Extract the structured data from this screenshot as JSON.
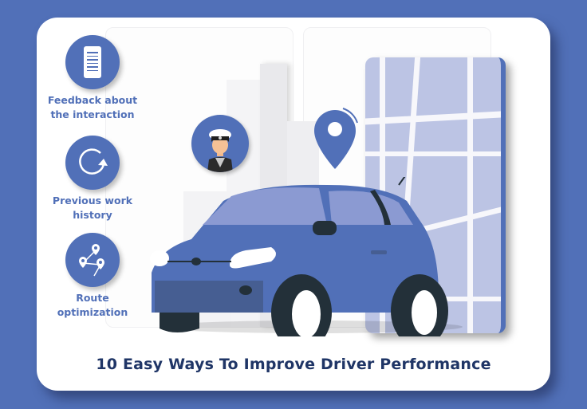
{
  "features": [
    {
      "label_line1": "Feedback about",
      "label_line2": "the interaction",
      "icon": "document-icon"
    },
    {
      "label_line1": "Previous work",
      "label_line2": "history",
      "icon": "refresh-icon"
    },
    {
      "label_line1": "Route",
      "label_line2": "optimization",
      "icon": "route-pins-icon"
    }
  ],
  "illustration": {
    "driver": "driver-avatar-icon",
    "pin": "location-pin-icon",
    "car": "blue-car",
    "map": "city-map"
  },
  "title": "10 Easy Ways To Improve Driver Performance",
  "colors": {
    "background": "#5170b8",
    "accent": "#5170b8",
    "title": "#1f3566",
    "map": "#bcc4e4"
  }
}
